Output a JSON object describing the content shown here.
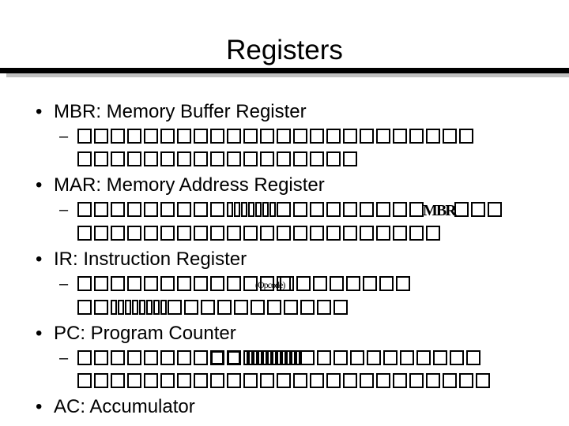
{
  "slide": {
    "title": "Registers",
    "background_color": "#ffffff",
    "text_color": "#000000",
    "divider_color": "#000000",
    "divider_shadow_color": "#c0c0c0"
  },
  "bullets": [
    {
      "marker": "•",
      "label": "MBR: Memory Buffer Register",
      "sub": [
        {
          "marker": "–",
          "text_fragments": [],
          "tofu_line1": 24,
          "tofu_line2": 17
        }
      ]
    },
    {
      "marker": "•",
      "label": "MAR: Memory Address Register",
      "sub": [
        {
          "marker": "–",
          "text_fragments": [
            "MBR"
          ],
          "tofu_line1": 24,
          "tofu_line2": 22
        }
      ]
    },
    {
      "marker": "•",
      "label": "IR: Instruction Register",
      "sub": [
        {
          "marker": "–",
          "text_fragments": [
            "(Opcode)"
          ],
          "tofu_line1": 21,
          "tofu_line2": 18
        }
      ]
    },
    {
      "marker": "•",
      "label": "PC: Program Counter",
      "sub": [
        {
          "marker": "–",
          "text_fragments": [],
          "tofu_line1": 26,
          "tofu_line2": 25
        }
      ]
    },
    {
      "marker": "•",
      "label": "AC: Accumulator",
      "sub": []
    }
  ]
}
